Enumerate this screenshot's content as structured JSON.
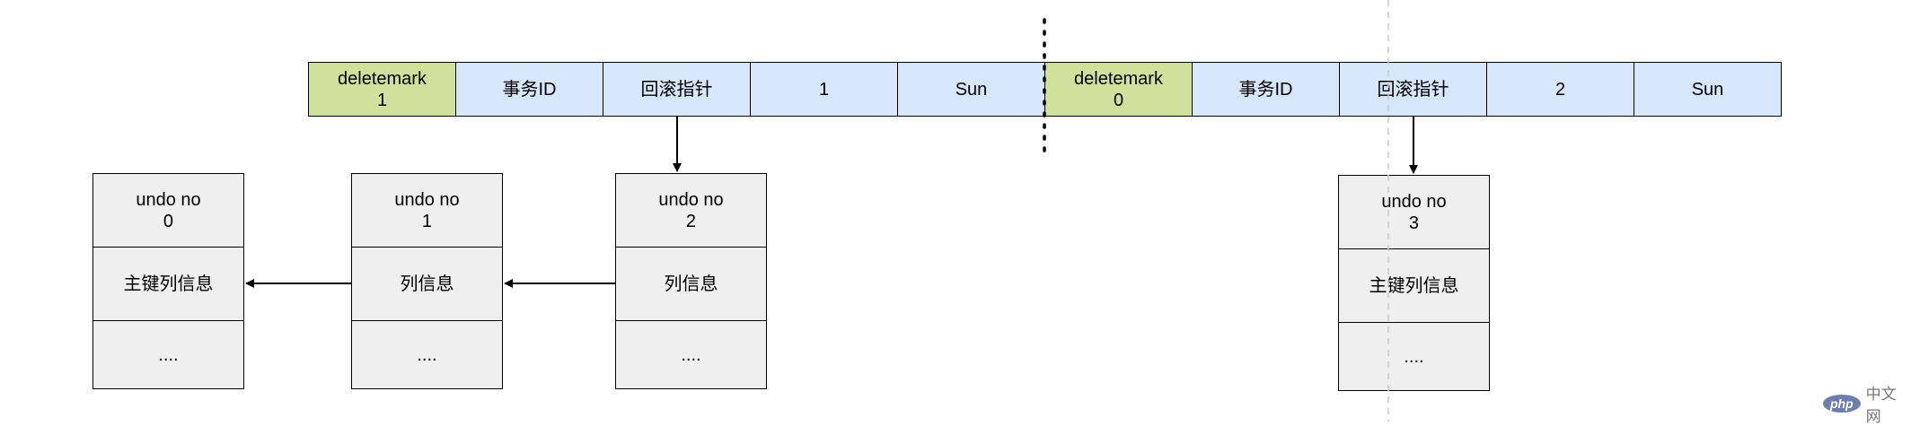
{
  "record_1": {
    "deletemark_label": "deletemark",
    "deletemark_value": "1",
    "trx_id_label": "事务ID",
    "roll_ptr_label": "回滚指针",
    "id_value": "1",
    "name_value": "Sun"
  },
  "record_2": {
    "deletemark_label": "deletemark",
    "deletemark_value": "0",
    "trx_id_label": "事务ID",
    "roll_ptr_label": "回滚指针",
    "id_value": "2",
    "name_value": "Sun"
  },
  "undo_logs": [
    {
      "title": "undo no\n0",
      "info": "主键列信息",
      "more": "...."
    },
    {
      "title": "undo no\n1",
      "info": "列信息",
      "more": "...."
    },
    {
      "title": "undo no\n2",
      "info": "列信息",
      "more": "...."
    },
    {
      "title": "undo no\n3",
      "info": "主键列信息",
      "more": "...."
    }
  ],
  "watermark": {
    "logo": "php",
    "text": "中文网"
  },
  "colors": {
    "deletemark_fill": "#cfe29c",
    "field_fill": "#d6e6fb",
    "undo_fill": "#efefef"
  }
}
